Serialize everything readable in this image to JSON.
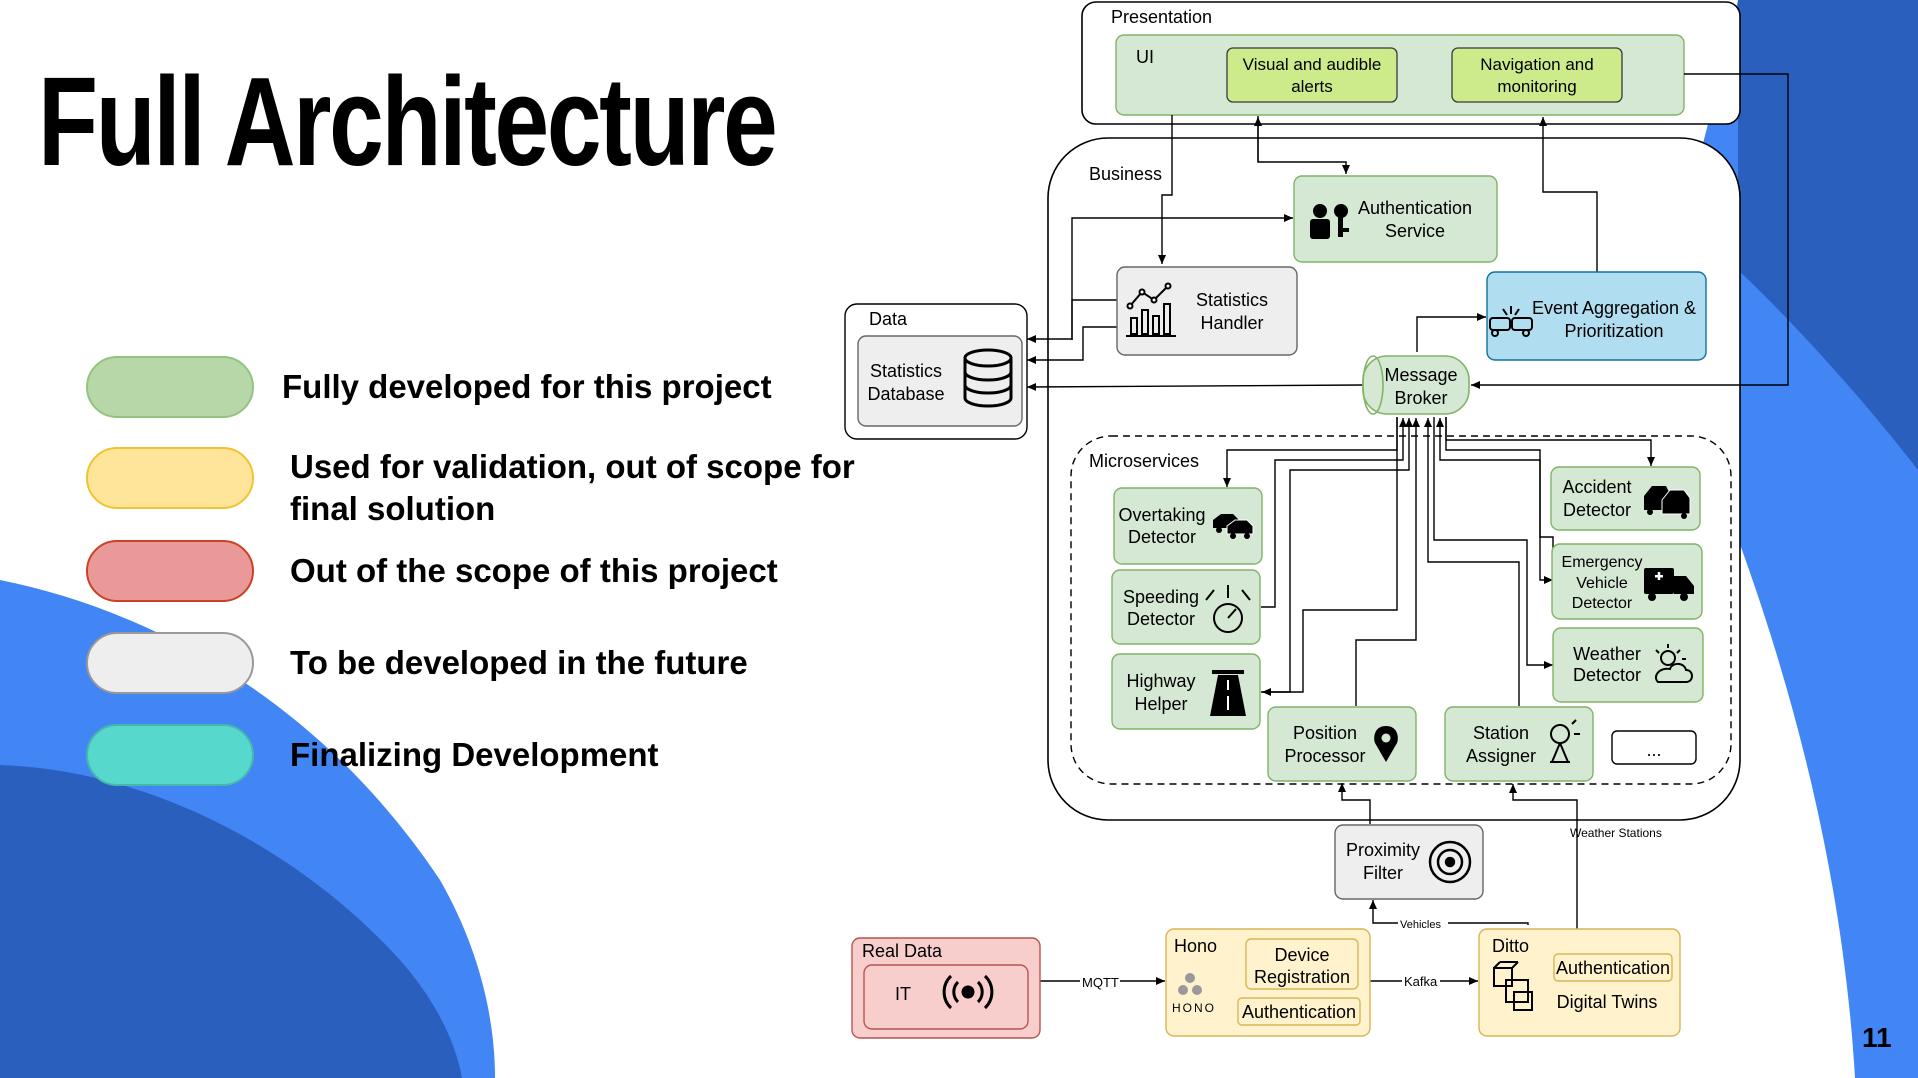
{
  "slide": {
    "title": "Full Architecture",
    "page_number": "11",
    "colors": {
      "background": "#ffffff",
      "blue_light": "#4285f4",
      "blue_dark": "#2b5fbd",
      "green_fill": "#d5e8d4",
      "green_stroke": "#82b366",
      "lime_fill": "#cdeb8b",
      "yellow_fill": "#fff2cc",
      "yellow_stroke": "#d6b656",
      "red_fill": "#f8cecc",
      "red_stroke": "#b85450",
      "teal_fill": "#b1ddf0",
      "teal_stroke": "#10739e"
    }
  },
  "legend": [
    {
      "label": "Fully developed for this project",
      "color": "#b7d7a8",
      "border": "#93c47d"
    },
    {
      "label": "Used for validation, out of scope for final solution",
      "color": "#ffe599",
      "border": "#f1c232"
    },
    {
      "label": "Out of the scope of this project",
      "color": "#ea9999",
      "border": "#cc4125"
    },
    {
      "label": "To be developed in the future",
      "color": "#eeeeee",
      "border": "#999999"
    },
    {
      "label": "Finalizing Development",
      "color": "#56d8cc",
      "border": "#45b7ad"
    }
  ],
  "diagram": {
    "groups": {
      "presentation": "Presentation",
      "ui": "UI",
      "business": "Business",
      "data": "Data",
      "microservices": "Microservices",
      "real_data": "Real Data",
      "hono": "Hono",
      "ditto": "Ditto"
    },
    "nodes": {
      "visual_alerts": "Visual and audible alerts",
      "navigation": "Navigation and monitoring",
      "authentication_service": "Authentication Service",
      "statistics_handler": "Statistics Handler",
      "statistics_database": "Statistics Database",
      "event_aggregation": "Event Aggregation & Prioritization",
      "message_broker": "Message Broker",
      "overtaking_detector": "Overtaking Detector",
      "speeding_detector": "Speeding Detector",
      "highway_helper": "Highway Helper",
      "position_processor": "Position Processor",
      "station_assigner": "Station Assigner",
      "more": "...",
      "accident_detector": "Accident Detector",
      "emergency_vehicle_detector": "Emergency Vehicle Detector",
      "weather_detector": "Weather Detector",
      "proximity_filter": "Proximity Filter",
      "it": "IT",
      "device_registration": "Device Registration",
      "hono_authentication": "Authentication",
      "ditto_authentication": "Authentication",
      "digital_twins": "Digital Twins",
      "hono_logo": "HONO"
    },
    "edge_labels": {
      "mqtt": "MQTT",
      "kafka": "Kafka",
      "vehicles": "Vehicles",
      "weather_stations": "Weather Stations"
    }
  }
}
